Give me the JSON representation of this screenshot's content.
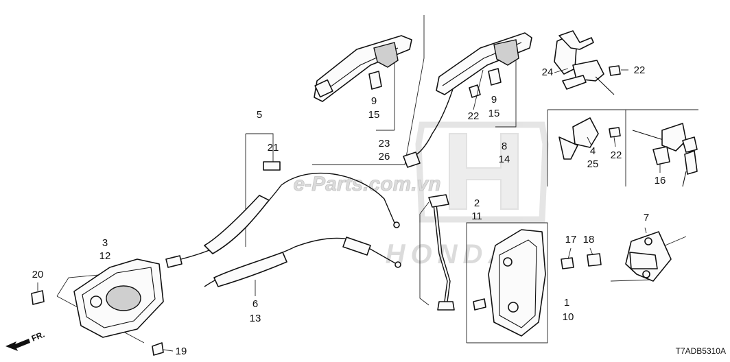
{
  "diagram_code": "T7ADB5310A",
  "direction_label": "FR.",
  "watermark": {
    "site": "e-Parts.com.vn",
    "brand": "HONDA"
  },
  "callouts": {
    "c1": "1",
    "c10": "10",
    "c2": "2",
    "c11": "11",
    "c3": "3",
    "c12": "12",
    "c4": "4",
    "c25": "25",
    "c5": "5",
    "c7": "7",
    "c6": "6",
    "c13": "13",
    "c8": "8",
    "c14": "14",
    "c9a": "9",
    "c15a": "15",
    "c9b": "9",
    "c15b": "15",
    "c16": "16",
    "c17": "17",
    "c18": "18",
    "c19": "19",
    "c20": "20",
    "c21": "21",
    "c22a": "22",
    "c22b": "22",
    "c22c": "22",
    "c23": "23",
    "c26": "26",
    "c24": "24"
  }
}
